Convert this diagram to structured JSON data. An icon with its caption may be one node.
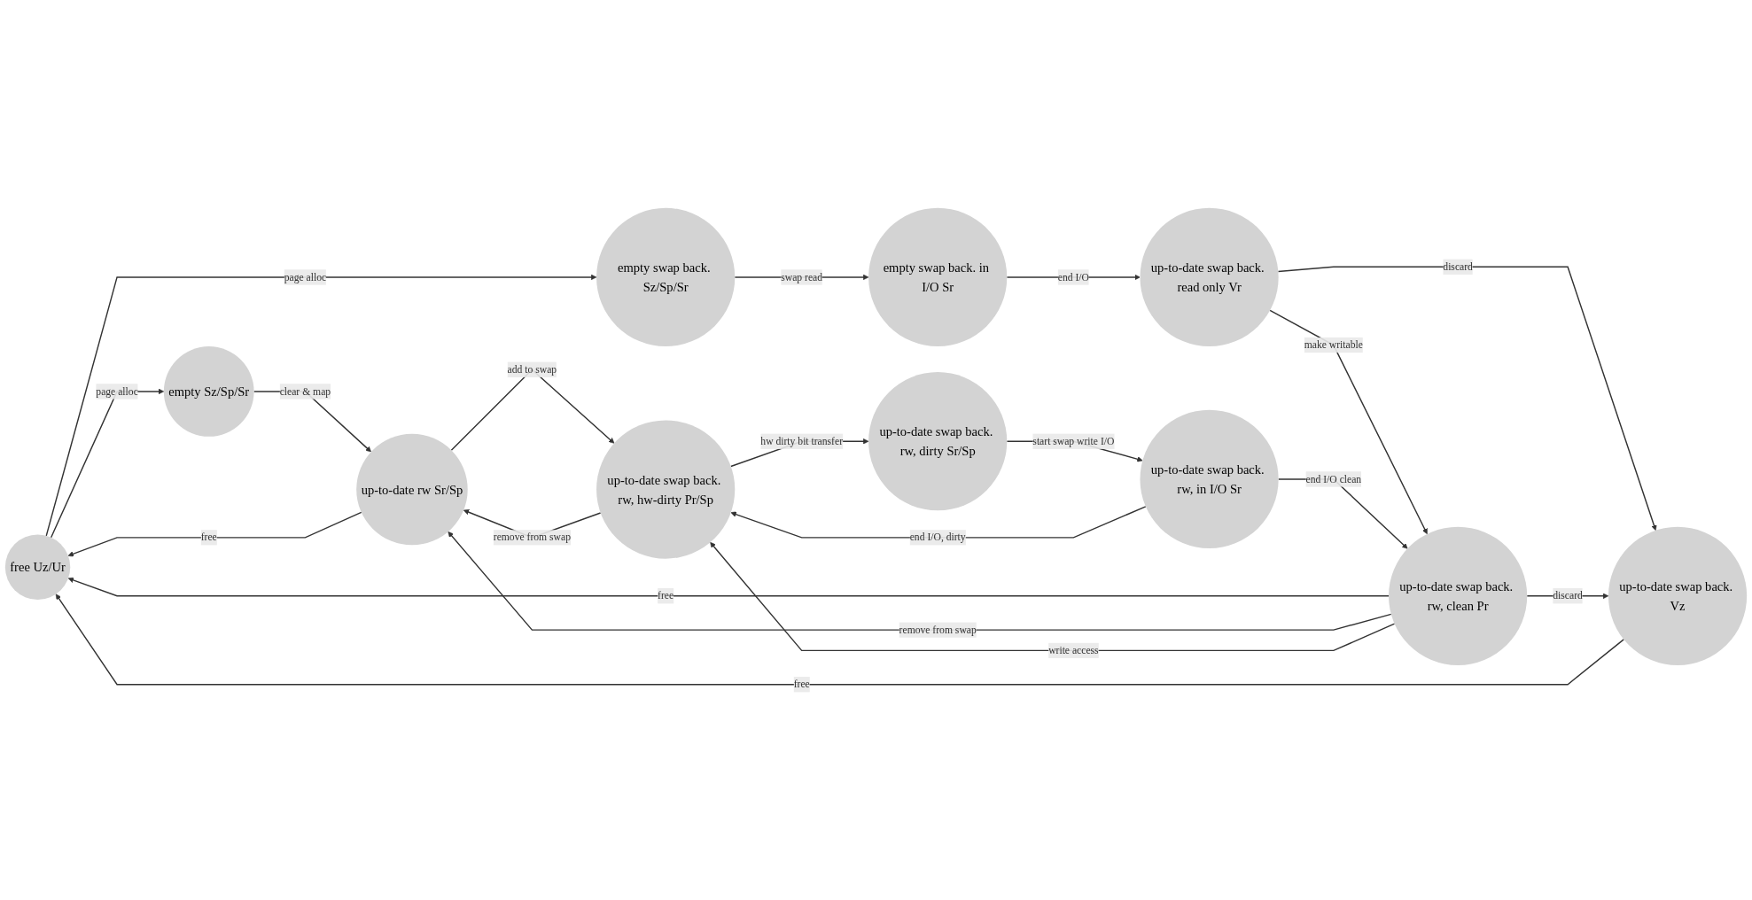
{
  "diagram": {
    "nodes": [
      {
        "text": [
          "free Uz/Ur"
        ]
      },
      {
        "text": [
          "empty Sz/Sp/Sr"
        ]
      },
      {
        "text": [
          "up-to-date rw Sr/Sp"
        ]
      },
      {
        "text": [
          "empty swap back. Sz/Sp/Sr"
        ]
      },
      {
        "text": [
          "up-to-date swap back. Vz"
        ]
      },
      {
        "text": [
          "up-to-date swap back. rw, clean Pr"
        ]
      },
      {
        "text": [
          "up-to-date swap back. rw, hw-dirty Pr/Sp"
        ]
      },
      {
        "text": [
          "empty swap back. in I/O Sr"
        ]
      },
      {
        "text": [
          "up-to-date swap back. read only Vr"
        ]
      },
      {
        "text": [
          "up-to-date swap back. rw, in I/O Sr"
        ]
      },
      {
        "text": [
          "up-to-date swap back. rw, dirty Sr/Sp"
        ]
      }
    ],
    "edges": [
      {
        "from": 0,
        "to": 1,
        "arrow": "to",
        "label": "page alloc"
      },
      {
        "from": 1,
        "to": 2,
        "arrow": "to",
        "label": "clear & map"
      },
      {
        "from": 2,
        "to": 0,
        "arrow": "to",
        "label": "free"
      },
      {
        "from": 5,
        "to": 0,
        "arrow": "to",
        "label": "free"
      },
      {
        "from": 4,
        "to": 0,
        "arrow": "to",
        "label": "free"
      },
      {
        "from": 0,
        "to": 3,
        "arrow": "to",
        "label": "page alloc"
      },
      {
        "from": 3,
        "to": 7,
        "arrow": "to",
        "label": "swap read"
      },
      {
        "from": 7,
        "to": 8,
        "arrow": "to",
        "label": "end I/O"
      },
      {
        "from": 8,
        "to": 4,
        "arrow": "to",
        "label": "discard"
      },
      {
        "from": 8,
        "to": 5,
        "arrow": "to",
        "label": "make writable"
      },
      {
        "from": 5,
        "to": 2,
        "arrow": "to",
        "label": "remove from swap"
      },
      {
        "from": 2,
        "to": 6,
        "arrow": "to",
        "label": "add to swap"
      },
      {
        "from": 6,
        "to": 2,
        "arrow": "to",
        "label": "remove from swap"
      },
      {
        "from": 5,
        "to": 4,
        "arrow": "to",
        "label": "discard"
      },
      {
        "from": 5,
        "to": 6,
        "arrow": "to",
        "label": "write access"
      },
      {
        "from": 6,
        "to": 10,
        "arrow": "to",
        "label": "hw dirty bit transfer"
      },
      {
        "from": 10,
        "to": 9,
        "arrow": "to",
        "label": "start swap write I/O"
      },
      {
        "from": 9,
        "to": 5,
        "arrow": "to",
        "label": "end I/O clean"
      },
      {
        "from": 9,
        "to": 6,
        "arrow": "to",
        "label": "end I/O, dirty"
      }
    ]
  }
}
